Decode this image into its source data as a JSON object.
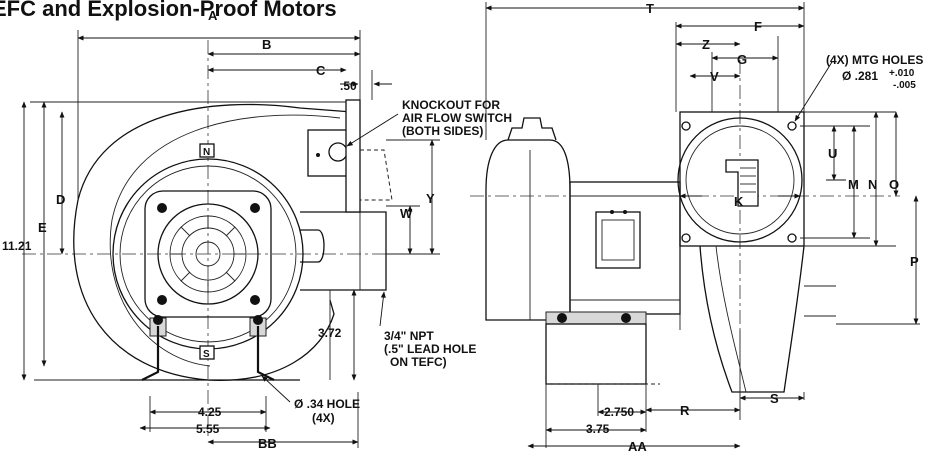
{
  "title": "EFC and Explosion-Proof Motors",
  "side_view": {
    "dims": {
      "A": "A",
      "B": "B",
      "C": "C",
      "c_value": ".50",
      "D": "D",
      "E": "E",
      "overall_height": "11.21",
      "W": "W",
      "Y": "Y",
      "outlet_offset": "3.72",
      "foot_4_25": "4.25",
      "foot_5_55": "5.55",
      "BB": "BB"
    },
    "knockout_note": [
      "KNOCKOUT FOR",
      "AIR FLOW SWITCH",
      "(BOTH SIDES)"
    ],
    "npt_note": [
      "3/4\" NPT",
      "(.5\" LEAD HOLE",
      "ON TEFC)"
    ],
    "hole_note": [
      "Ø .34 HOLE",
      "(4X)"
    ],
    "motor_marks": {
      "top": "N",
      "bottom": "S"
    }
  },
  "end_view": {
    "dims": {
      "T": "T",
      "F": "F",
      "Z": "Z",
      "G": "G",
      "V": "V",
      "U": "U",
      "M": "M",
      "N": "N",
      "O": "O",
      "P": "P",
      "K": "K",
      "R": "R",
      "S": "S",
      "foot_2_750": "2.750",
      "foot_3_75": "3.75",
      "AA": "AA"
    },
    "mtg_note": {
      "line1": "(4X) MTG HOLES",
      "dia": "Ø .281",
      "tol_plus": "+.010",
      "tol_minus": "-.005"
    }
  }
}
